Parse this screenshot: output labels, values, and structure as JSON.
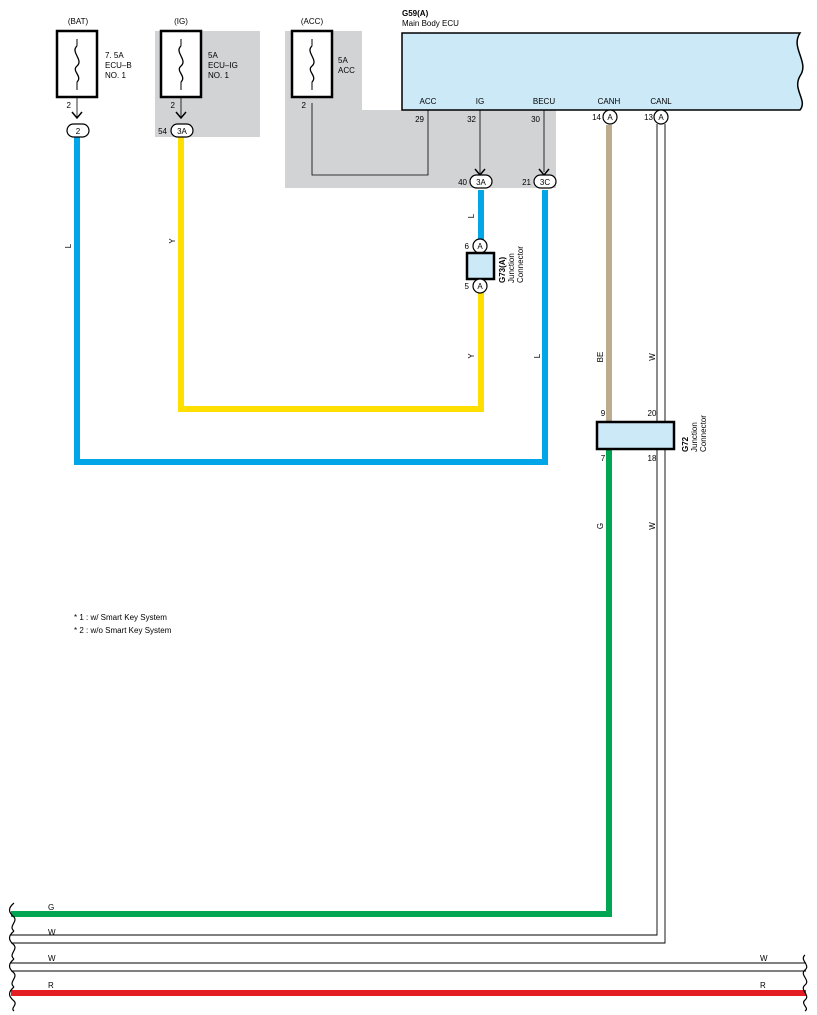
{
  "fuses": {
    "bat": {
      "source": "(BAT)",
      "rating": "7. 5A",
      "name1": "ECU–B",
      "name2": "NO. 1",
      "pin": "2",
      "conn": "2"
    },
    "ig": {
      "source": "(IG)",
      "rating": "5A",
      "name1": "ECU–IG",
      "name2": "NO. 1",
      "pin": "2",
      "conn_num": "54",
      "conn": "3A"
    },
    "acc": {
      "source": "(ACC)",
      "rating": "5A",
      "name1": "ACC",
      "pin": "2"
    }
  },
  "ecu": {
    "code": "G59(A)",
    "name": "Main Body ECU",
    "pins": [
      {
        "label": "ACC",
        "num": "29"
      },
      {
        "label": "IG",
        "num": "32"
      },
      {
        "label": "BECU",
        "num": "30"
      },
      {
        "label": "CANH",
        "num": "14",
        "conn": "A"
      },
      {
        "label": "CANL",
        "num": "13",
        "conn": "A"
      }
    ]
  },
  "connectors": {
    "c40": {
      "num": "40",
      "label": "3A"
    },
    "c21": {
      "num": "21",
      "label": "3C"
    },
    "g73": {
      "code": "G73(A)",
      "name1": "Junction",
      "name2": "Connector",
      "pin_top": "6",
      "pin_bottom": "5",
      "tag": "A"
    },
    "g72": {
      "code": "G72",
      "name1": "Junction",
      "name2": "Connector",
      "pin_tl": "9",
      "pin_tr": "20",
      "pin_bl": "7",
      "pin_br": "18"
    }
  },
  "wire_labels": {
    "bat_l": "L",
    "ig_y": "Y",
    "g73_top_l": "L",
    "g73_bottom_y": "Y",
    "becu_l": "L",
    "canh_be": "BE",
    "canl_w": "W",
    "g72_g": "G",
    "g72_w": "W"
  },
  "bus": [
    {
      "left": "G",
      "right": ""
    },
    {
      "left": "W",
      "right": ""
    },
    {
      "left": "W",
      "right": "W"
    },
    {
      "left": "R",
      "right": "R"
    }
  ],
  "notes": [
    "* 1 : w/ Smart Key System",
    "* 2 : w/o Smart Key System"
  ],
  "colors": {
    "blue": "#00a6e8",
    "yellow": "#ffdf00",
    "green": "#00a651",
    "red": "#e31d23",
    "beige": "#bcab8d",
    "ecu_fill": "#cce9f8",
    "shade": "#d2d3d5"
  }
}
